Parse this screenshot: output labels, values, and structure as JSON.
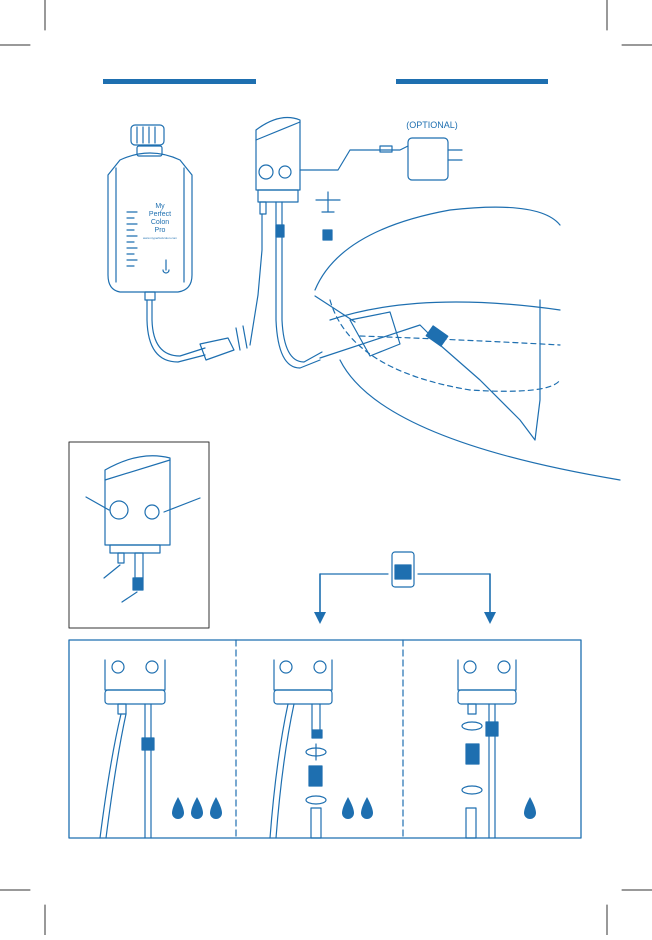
{
  "header": {
    "accent_color": "#1e6fb0"
  },
  "bag": {
    "label_lines": [
      "My",
      "Perfect",
      "Colon",
      "Pro"
    ],
    "fine_print": "www.myperfectcolon.com"
  },
  "adapter": {
    "optional_label": "(OPTIONAL)"
  },
  "drops": {
    "left_panel_count": 3,
    "middle_panel_count": 2,
    "right_panel_count": 1
  },
  "colors": {
    "line": "#1e6fb0",
    "fill": "#ffffff",
    "accent": "#1565c0"
  }
}
